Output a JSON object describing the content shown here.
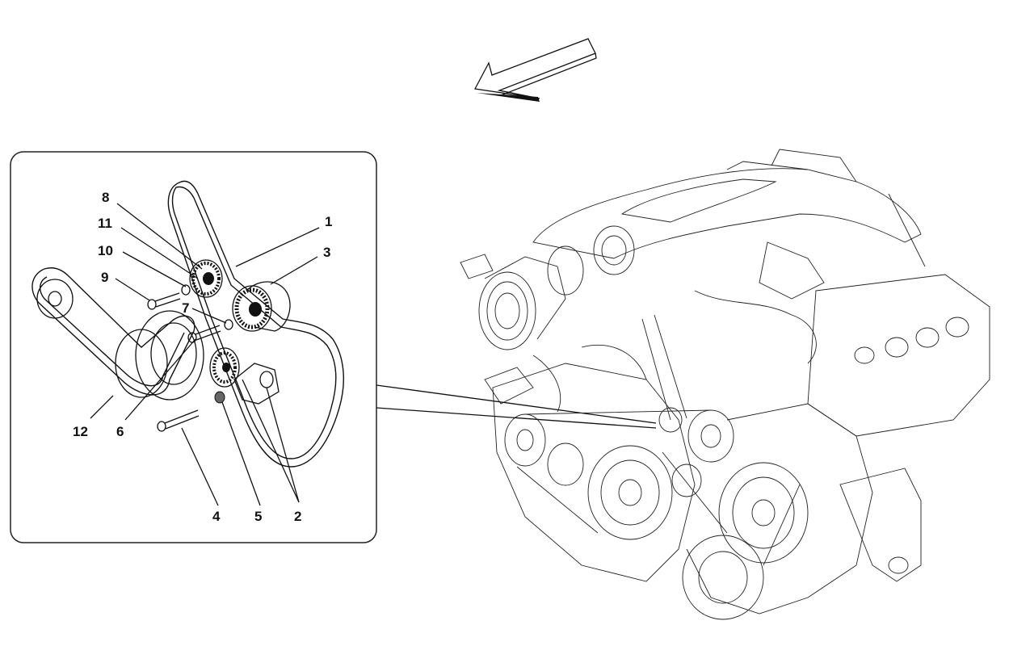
{
  "figure": {
    "callouts": [
      {
        "id": "label-1",
        "text": "1"
      },
      {
        "id": "label-2",
        "text": "2"
      },
      {
        "id": "label-3",
        "text": "3"
      },
      {
        "id": "label-4",
        "text": "4"
      },
      {
        "id": "label-5",
        "text": "5"
      },
      {
        "id": "label-6",
        "text": "6"
      },
      {
        "id": "label-7",
        "text": "7"
      },
      {
        "id": "label-8",
        "text": "8"
      },
      {
        "id": "label-9",
        "text": "9"
      },
      {
        "id": "label-10",
        "text": "10"
      },
      {
        "id": "label-11",
        "text": "11"
      },
      {
        "id": "label-12",
        "text": "12"
      }
    ]
  },
  "colors": {
    "line": "#111111",
    "background": "#ffffff"
  }
}
